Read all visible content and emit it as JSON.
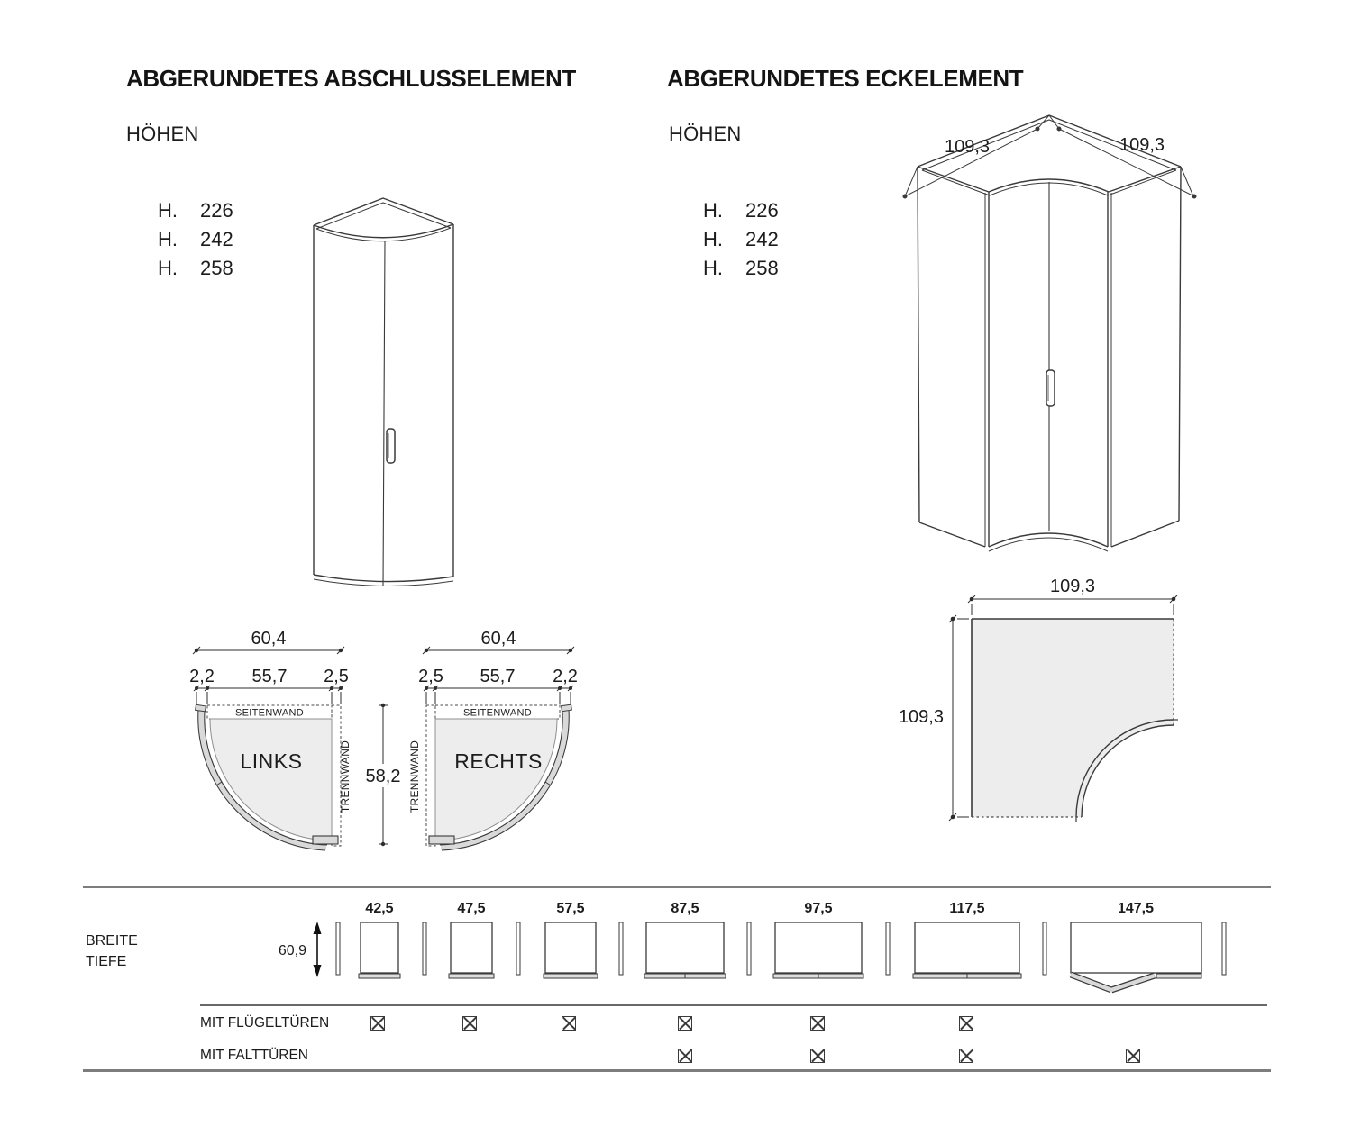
{
  "colors": {
    "line": "#3a3a3a",
    "fill_light": "#ededed",
    "fill_door": "#d9d9d9",
    "rule": "#7d7d7d"
  },
  "left_section": {
    "title": "ABGERUNDETES ABSCHLUSSELEMENT",
    "heights_label": "HÖHEN",
    "heights": [
      {
        "prefix": "H.",
        "value": "226"
      },
      {
        "prefix": "H.",
        "value": "242"
      },
      {
        "prefix": "H.",
        "value": "258"
      }
    ],
    "plans": {
      "left": {
        "label": "LINKS",
        "dim_total": "60,4",
        "dim_wall_a": "2,2",
        "dim_inner": "55,7",
        "dim_wall_b": "2,5",
        "side_wall": "SEITENWAND",
        "divider": "TRENNWAND"
      },
      "right": {
        "label": "RECHTS",
        "dim_total": "60,4",
        "dim_wall_a": "2,5",
        "dim_inner": "55,7",
        "dim_wall_b": "2,2",
        "side_wall": "SEITENWAND",
        "divider": "TRENNWAND"
      },
      "dim_depth": "58,2"
    }
  },
  "right_section": {
    "title": "ABGERUNDETES ECKELEMENT",
    "heights_label": "HÖHEN",
    "heights": [
      {
        "prefix": "H.",
        "value": "226"
      },
      {
        "prefix": "H.",
        "value": "242"
      },
      {
        "prefix": "H.",
        "value": "258"
      }
    ],
    "iso_dims": {
      "left": "109,3",
      "right": "109,3"
    },
    "plan": {
      "dim_width": "109,3",
      "dim_depth": "109,3"
    }
  },
  "size_table": {
    "breite_label": "BREITE",
    "tiefe_label": "TIEFE",
    "depth_value": "60,9",
    "widths": [
      "42,5",
      "47,5",
      "57,5",
      "87,5",
      "97,5",
      "117,5",
      "147,5"
    ],
    "rows": [
      {
        "label": "MIT FLÜGELTÜREN",
        "checks": [
          true,
          true,
          true,
          true,
          true,
          true,
          false
        ]
      },
      {
        "label": "MIT FALTTÜREN",
        "checks": [
          false,
          false,
          false,
          true,
          true,
          true,
          true
        ]
      }
    ]
  }
}
